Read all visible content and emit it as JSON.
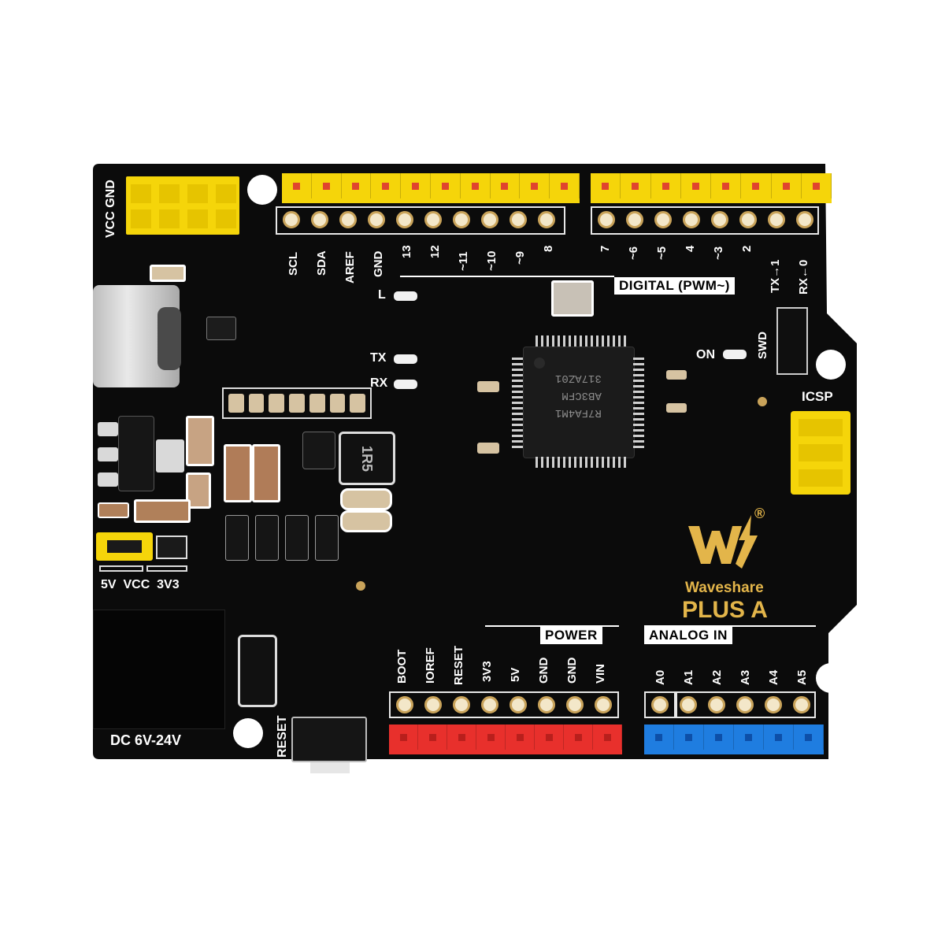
{
  "colors": {
    "board": "#0b0b0b",
    "yellow_header": "#f5d50a",
    "red_header": "#e8302c",
    "blue_header": "#1f7de0",
    "pad_gold": "#c9a35a",
    "silkscreen": "#ffffff",
    "logo": "#e3b54a"
  },
  "top_header": {
    "left_labels": [
      "SCL",
      "SDA",
      "AREF",
      "GND",
      "13",
      "12",
      "~11",
      "~10",
      "~9",
      "8"
    ],
    "right_labels": [
      "7",
      "~6",
      "~5",
      "4",
      "~3",
      "2",
      "TX→1",
      "RX←0"
    ],
    "section_label": "DIGITAL (PWM~)"
  },
  "power_header": {
    "section_label": "POWER",
    "labels": [
      "BOOT",
      "IOREF",
      "RESET",
      "3V3",
      "5V",
      "GND",
      "GND",
      "VIN"
    ]
  },
  "analog_header": {
    "section_label": "ANALOG IN",
    "labels": [
      "A0",
      "A1",
      "A2",
      "A3",
      "A4",
      "A5"
    ]
  },
  "silkscreen": {
    "vcc_gnd": "VCC GND",
    "led_l": "L",
    "led_tx": "TX",
    "led_rx": "RX",
    "led_on": "ON",
    "swd": "SWD",
    "icsp": "ICSP",
    "voltage_select": "5V  VCC  3V3",
    "dc_jack": "DC 6V-24V",
    "reset": "RESET",
    "chip_marking": [
      "R7FA4M1",
      "AB3CFM",
      "317AZ01"
    ],
    "inductor_marking": "1R5"
  },
  "brand": {
    "logo_letters": "W",
    "registered": "®",
    "name": "Waveshare",
    "model": "PLUS A"
  }
}
